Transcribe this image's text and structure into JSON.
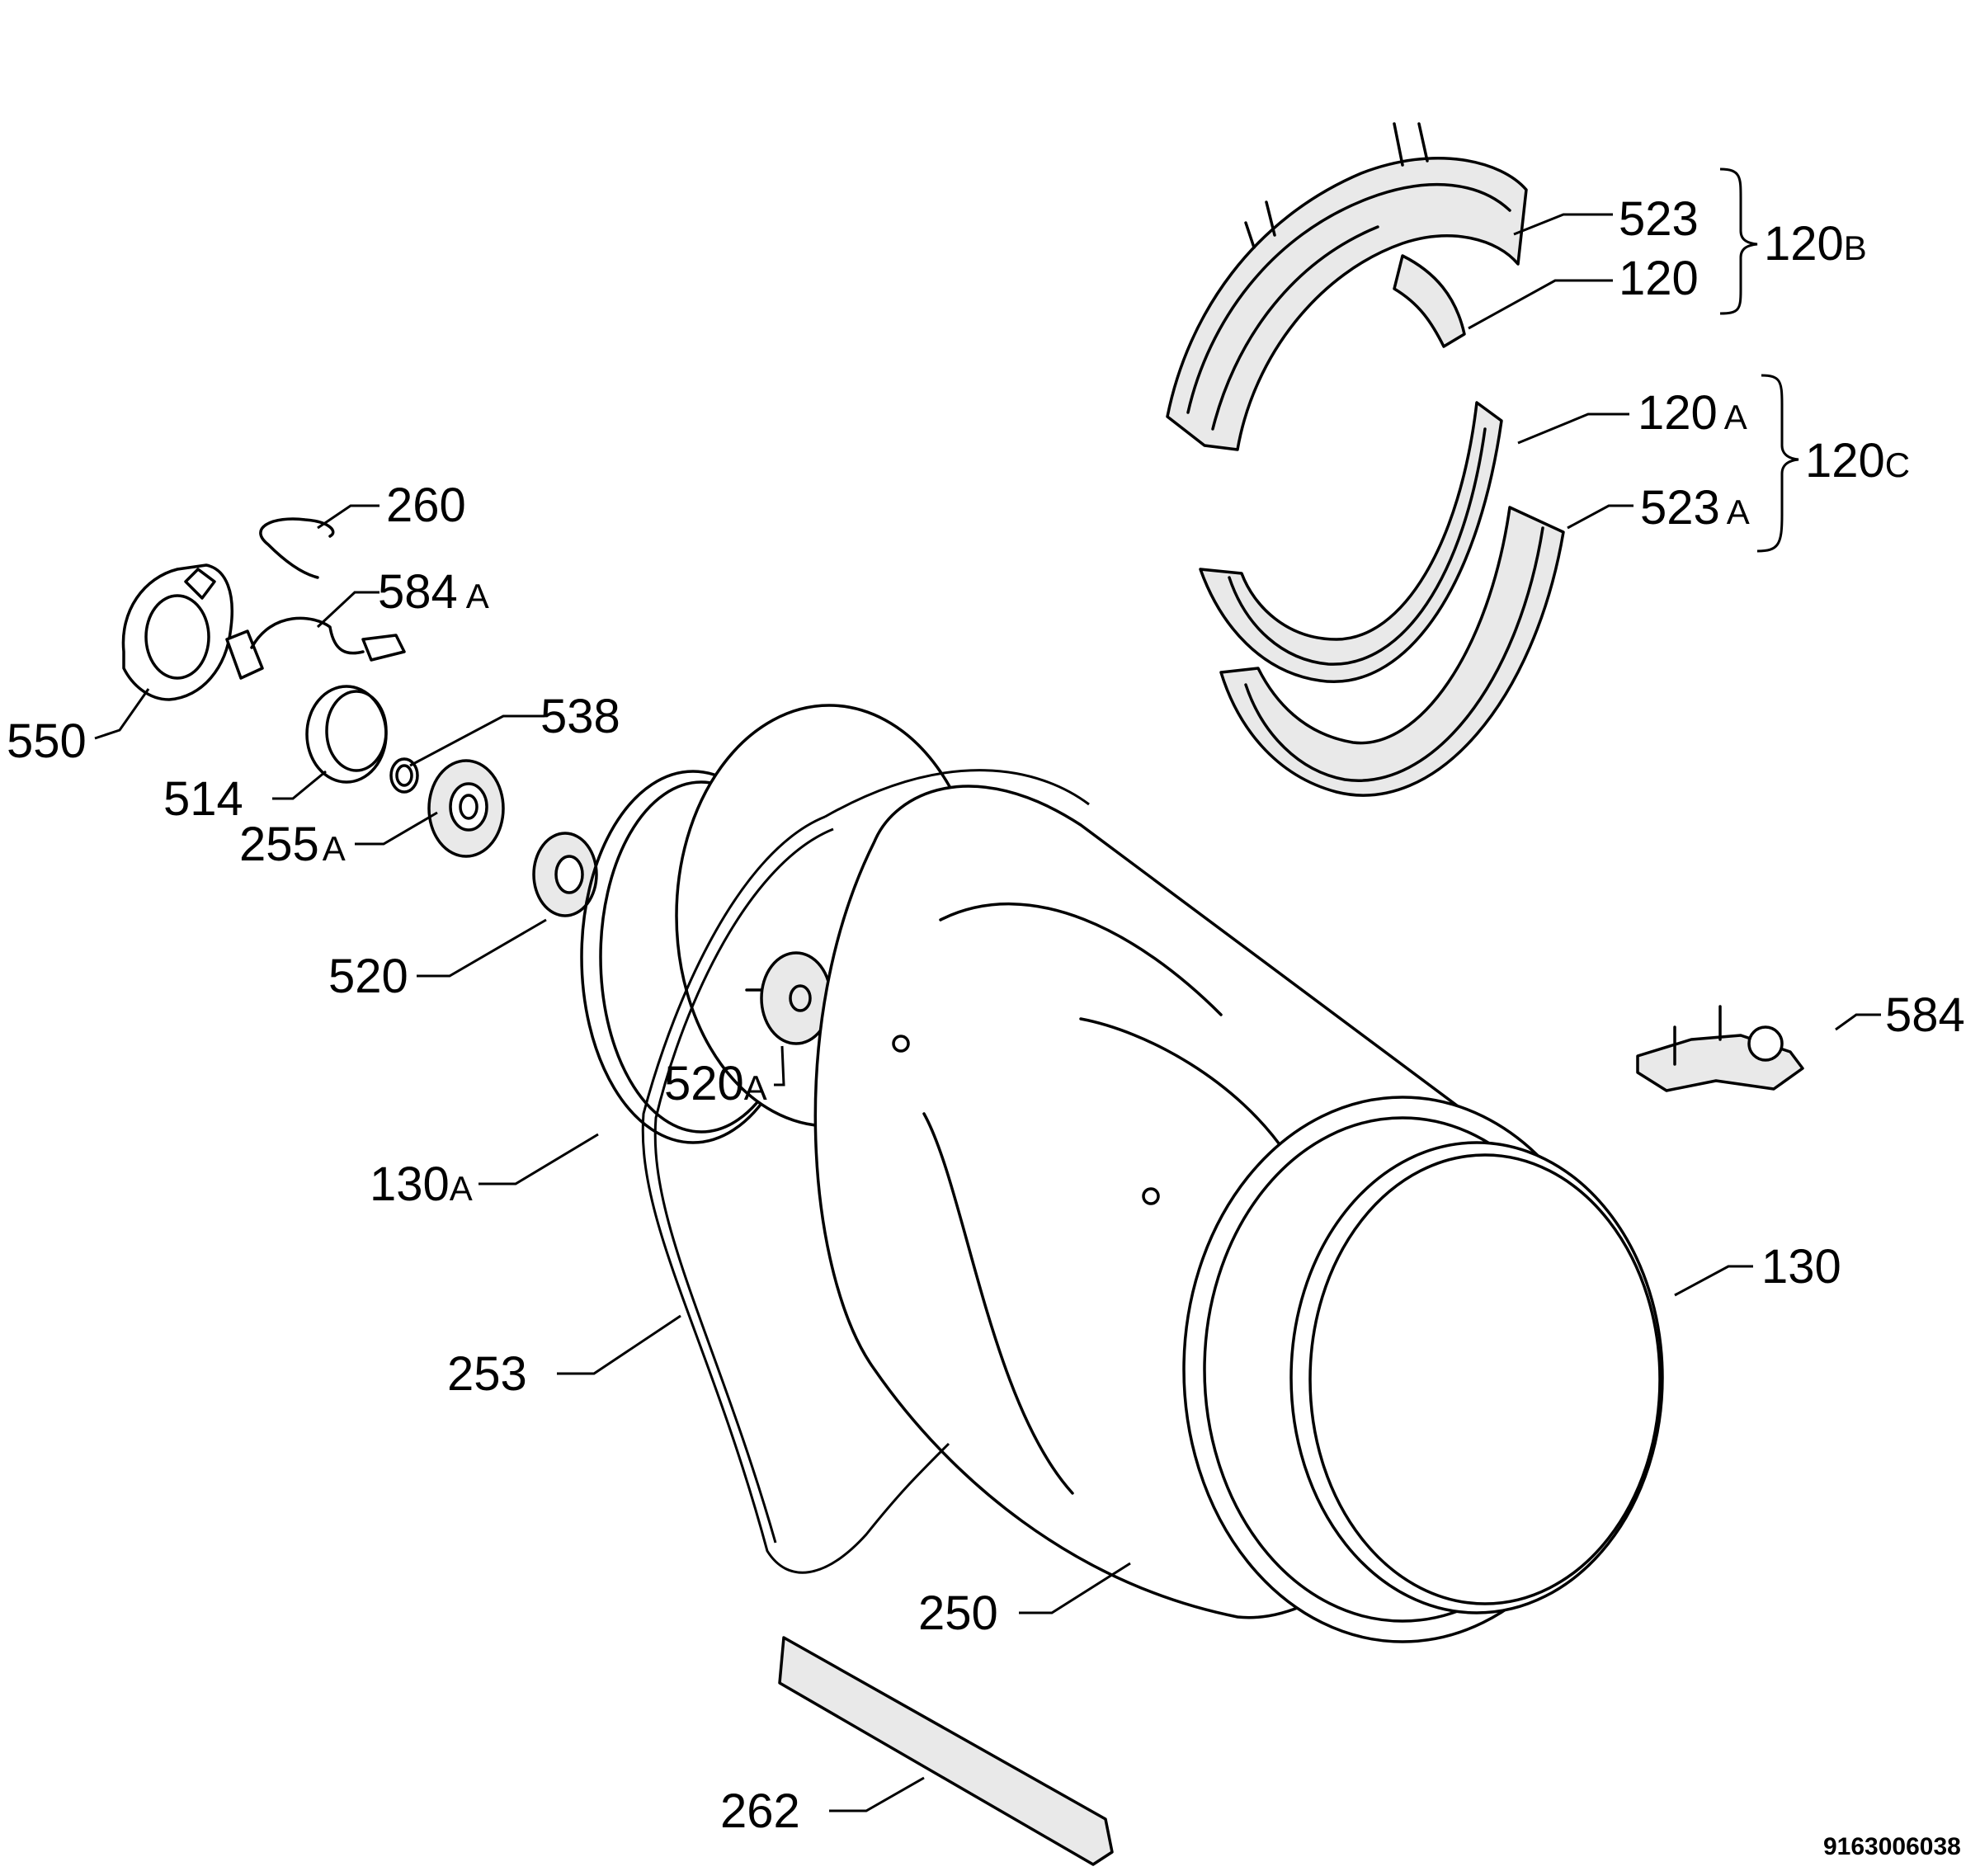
{
  "labels": {
    "p523": "523",
    "p120": "120",
    "p120B": "120",
    "p120B_suffix": "B",
    "p120A": "120",
    "p120A_suffix": "A",
    "p120C": "120",
    "p120C_suffix": "C",
    "p523A": "523",
    "p523A_suffix": "A",
    "p260": "260",
    "p584A": "584",
    "p584A_suffix": "A",
    "p550": "550",
    "p538": "538",
    "p514": "514",
    "p255A": "255",
    "p255A_suffix": "A",
    "p520": "520",
    "p520A": "520",
    "p520A_suffix": "A",
    "p130A": "130",
    "p130A_suffix": "A",
    "p584": "584",
    "p130": "130",
    "p253": "253",
    "p250": "250",
    "p262": "262"
  },
  "document_id": "9163006038"
}
